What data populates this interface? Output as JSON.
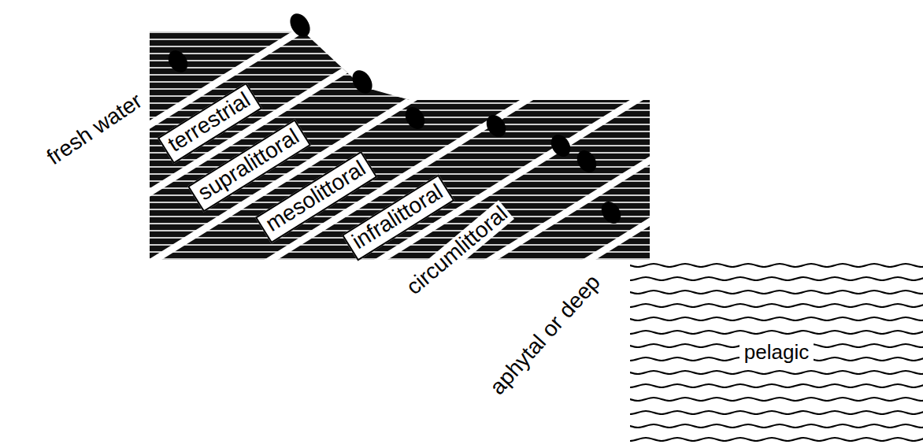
{
  "diagram": {
    "nodes": [
      {
        "text": [
          "terrestrial"
        ]
      },
      {
        "text": [
          "supralittoral"
        ]
      },
      {
        "text": [
          "mesolittoral"
        ]
      },
      {
        "text": [
          "infralittoral"
        ]
      },
      {
        "text": [
          "pelagic"
        ]
      }
    ],
    "labels": [
      "fresh water",
      "circumlittoral",
      "aphytal or deep"
    ]
  }
}
